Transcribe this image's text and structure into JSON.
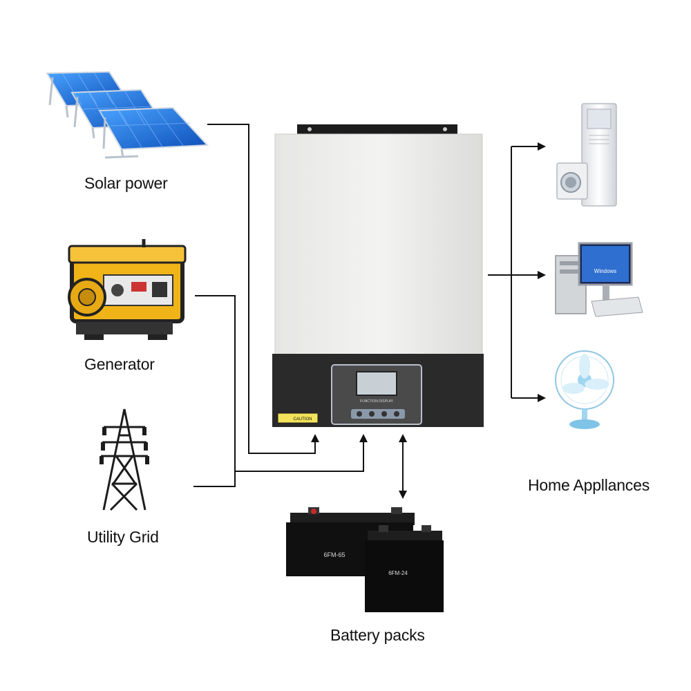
{
  "labels": {
    "solar": "Solar power",
    "generator": "Generator",
    "grid": "Utility Grid",
    "home": "Home Appllances",
    "battery": "Battery packs"
  },
  "inverter": {
    "caution": "CAUTION",
    "panel_caption": "FUNCTION DISPLAY"
  },
  "batteries": {
    "large_model": "6FM-65",
    "small_model": "6FM-24"
  },
  "computer": {
    "screen_text": "Windows"
  },
  "colors": {
    "line": "#111111",
    "inverter_body": "#eeeeec",
    "inverter_base": "#2a2a2a",
    "solar_blue": "#1f6fd6",
    "generator_yellow": "#f0b418",
    "fan_blue": "#9fd6f0"
  }
}
